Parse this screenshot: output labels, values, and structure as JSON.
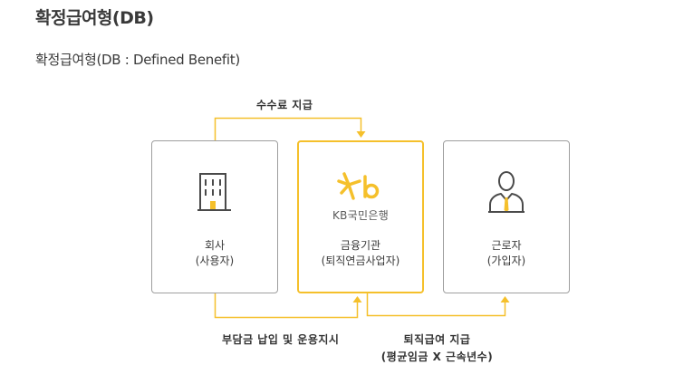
{
  "page": {
    "title": "확정급여형(DB)",
    "subtitle": "확정급여형(DB : Defined Benefit)"
  },
  "diagram": {
    "nodes": {
      "company": {
        "name": "회사",
        "sub": "(사용자)",
        "icon": "building-icon"
      },
      "bank": {
        "logo_text": "KB국민은행",
        "name": "금융기관",
        "sub": "(퇴직연금사업자)",
        "icon": "kb-star-logo"
      },
      "worker": {
        "name": "근로자",
        "sub": "(가입자)",
        "icon": "person-icon"
      }
    },
    "flows": {
      "fee": "수수료 지급",
      "payment": "부담금 납입 및 운용지시",
      "retire_line1": "퇴직급여 지급",
      "retire_line2": "(평균임금 X 근속년수)"
    },
    "colors": {
      "accent": "#f5c02b",
      "box_border": "#9e9e9e",
      "text": "#3a3a3a"
    }
  }
}
